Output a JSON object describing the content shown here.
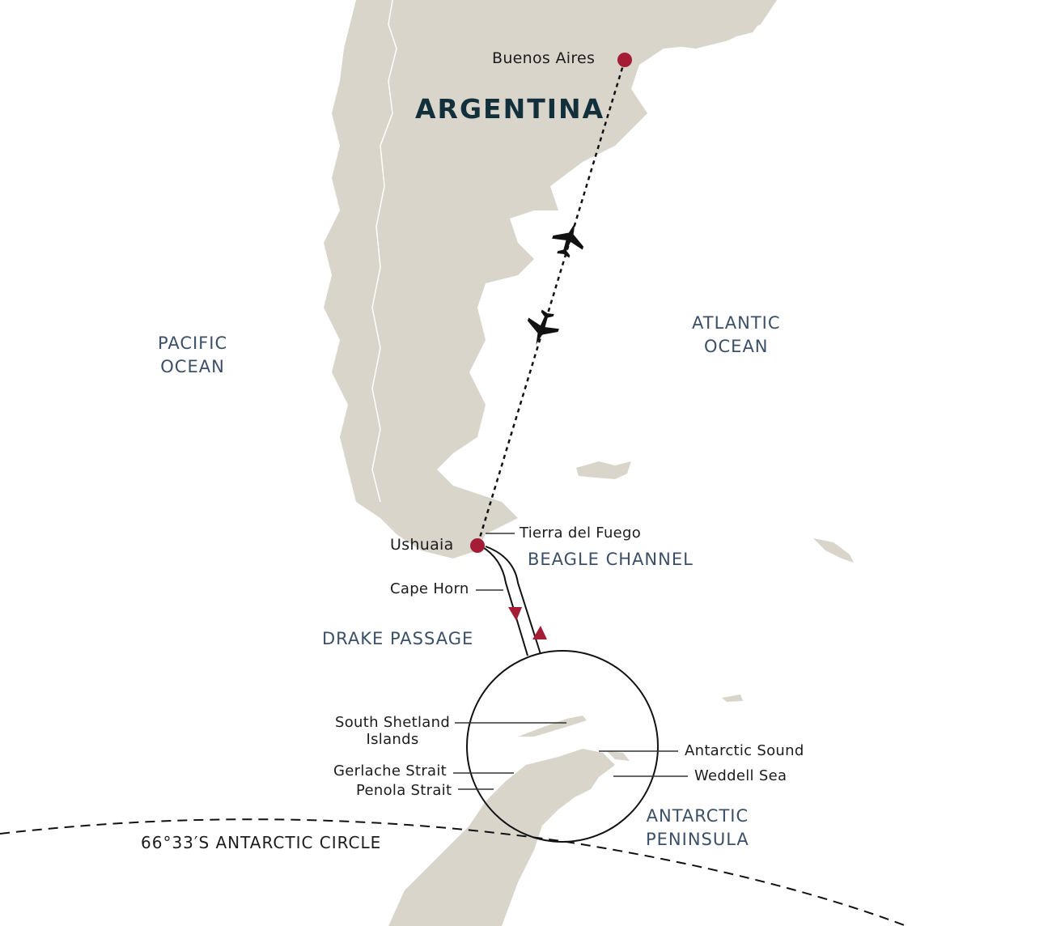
{
  "map": {
    "country": "ARGENTINA",
    "oceans": {
      "pacific": [
        "PACIFIC",
        "OCEAN"
      ],
      "atlantic": [
        "ATLANTIC",
        "OCEAN"
      ]
    },
    "water_labels": {
      "beagle": "BEAGLE CHANNEL",
      "drake": "DRAKE PASSAGE",
      "peninsula": [
        "ANTARCTIC",
        "PENINSULA"
      ]
    },
    "places": {
      "buenos_aires": "Buenos Aires",
      "ushuaia": "Ushuaia",
      "tierra_del_fuego": "Tierra del Fuego",
      "cape_horn": "Cape Horn",
      "south_shetland": [
        "South Shetland",
        "Islands"
      ],
      "gerlache": "Gerlache Strait",
      "penola": "Penola Strait",
      "antarctic_sound": "Antarctic Sound",
      "weddell": "Weddell Sea"
    },
    "antarctic_circle": "66°33′S ANTARCTIC CIRCLE",
    "icons": {
      "city_marker": "red-dot",
      "flight": "airplane",
      "route_direction": "triangle-arrow"
    },
    "colors": {
      "land": "#d9d5cb",
      "marker": "#a51c36",
      "country_text": "#12303b",
      "water_text": "#3b5068",
      "route": "#111111"
    }
  }
}
